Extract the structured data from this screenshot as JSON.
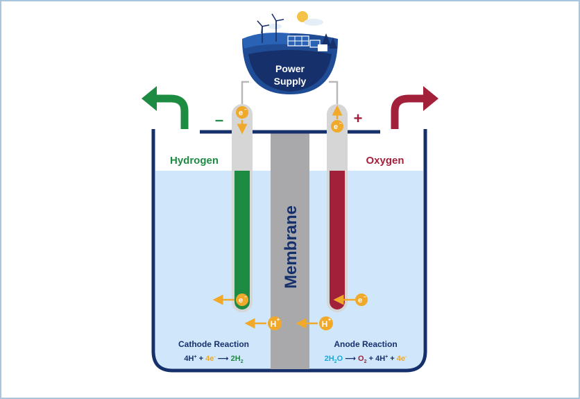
{
  "power_supply": {
    "line1": "Power",
    "line2": "Supply"
  },
  "membrane": {
    "label": "Membrane"
  },
  "electrodes": {
    "cathode": {
      "sign": "–",
      "gas_label": "Hydrogen"
    },
    "anode": {
      "sign": "+",
      "gas_label": "Oxygen"
    }
  },
  "particles": {
    "electron": "e",
    "electron_charge": "–",
    "proton": "H",
    "proton_charge": "+"
  },
  "reactions": {
    "cathode": {
      "title": "Cathode Reaction",
      "lhs_a": "4H",
      "lhs_a_sup": "+",
      "plus1": "+",
      "lhs_b": "4e",
      "lhs_b_sup": "-",
      "arrow": "⟶",
      "rhs": "2H",
      "rhs_sub": "2"
    },
    "anode": {
      "title": "Anode Reaction",
      "lhs": "2H",
      "lhs_sub": "2",
      "lhs_o": "O",
      "arrow": "⟶",
      "rhs_a": "O",
      "rhs_a_sub": "2",
      "plus1": "+",
      "rhs_b": "4H",
      "rhs_b_sup": "+",
      "plus2": "+",
      "rhs_c": "4e",
      "rhs_c_sup": "-"
    }
  },
  "colors": {
    "navy": "#16306b",
    "water": "#cfe6fb",
    "green": "#1e8b43",
    "red": "#a3203b",
    "gold": "#f0a92a",
    "grey": "#a9a9ab",
    "cyan": "#1fa8d6"
  }
}
